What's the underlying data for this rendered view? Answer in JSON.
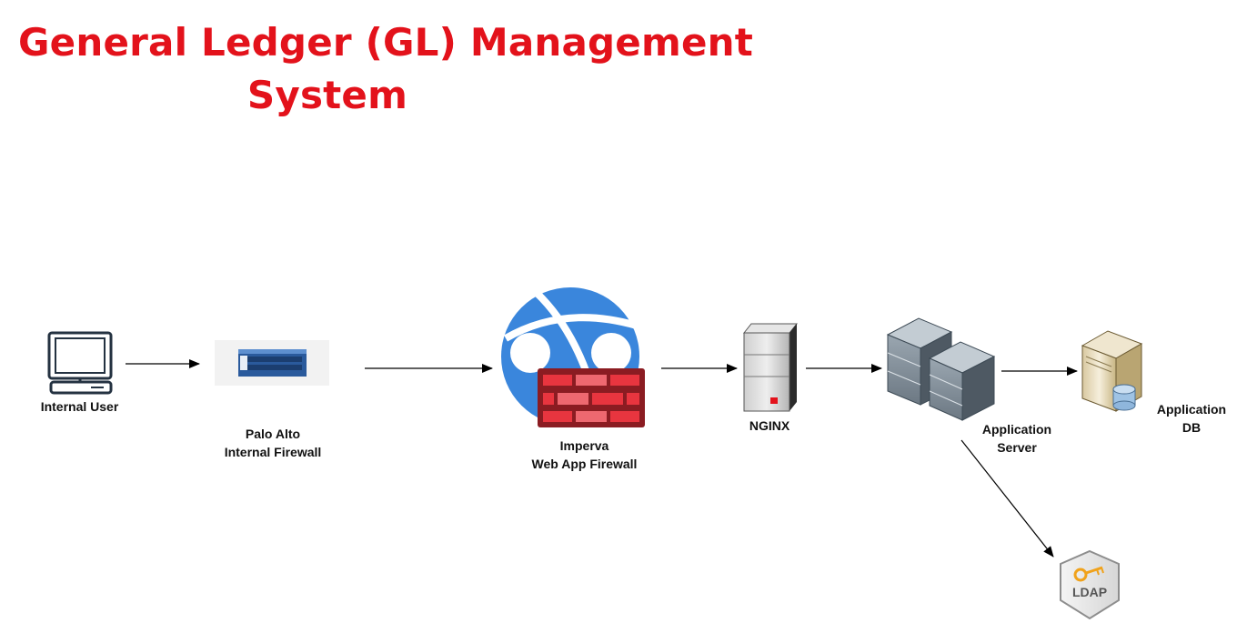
{
  "title": {
    "line1": "General Ledger (GL) Management",
    "line2": "System"
  },
  "nodes": {
    "internal_user": {
      "label": "Internal User",
      "icon": "computer-icon"
    },
    "palo_alto": {
      "line1": "Palo Alto",
      "line2": "Internal Firewall",
      "icon": "firewall-appliance-icon"
    },
    "imperva": {
      "line1": "Imperva",
      "line2": "Web App Firewall",
      "icon": "web-app-firewall-icon"
    },
    "nginx": {
      "label": "NGINX",
      "icon": "server-tower-icon"
    },
    "app_server": {
      "line1": "Application",
      "line2": "Server",
      "icon": "server-cluster-icon"
    },
    "app_db": {
      "line1": "Application",
      "line2": "DB",
      "icon": "database-server-icon"
    },
    "ldap": {
      "label": "LDAP",
      "icon": "ldap-shield-icon"
    }
  },
  "colors": {
    "title": "#e3121b",
    "globe": "#3a86dc",
    "brick": "#d9252e",
    "arrow": "#000000"
  }
}
